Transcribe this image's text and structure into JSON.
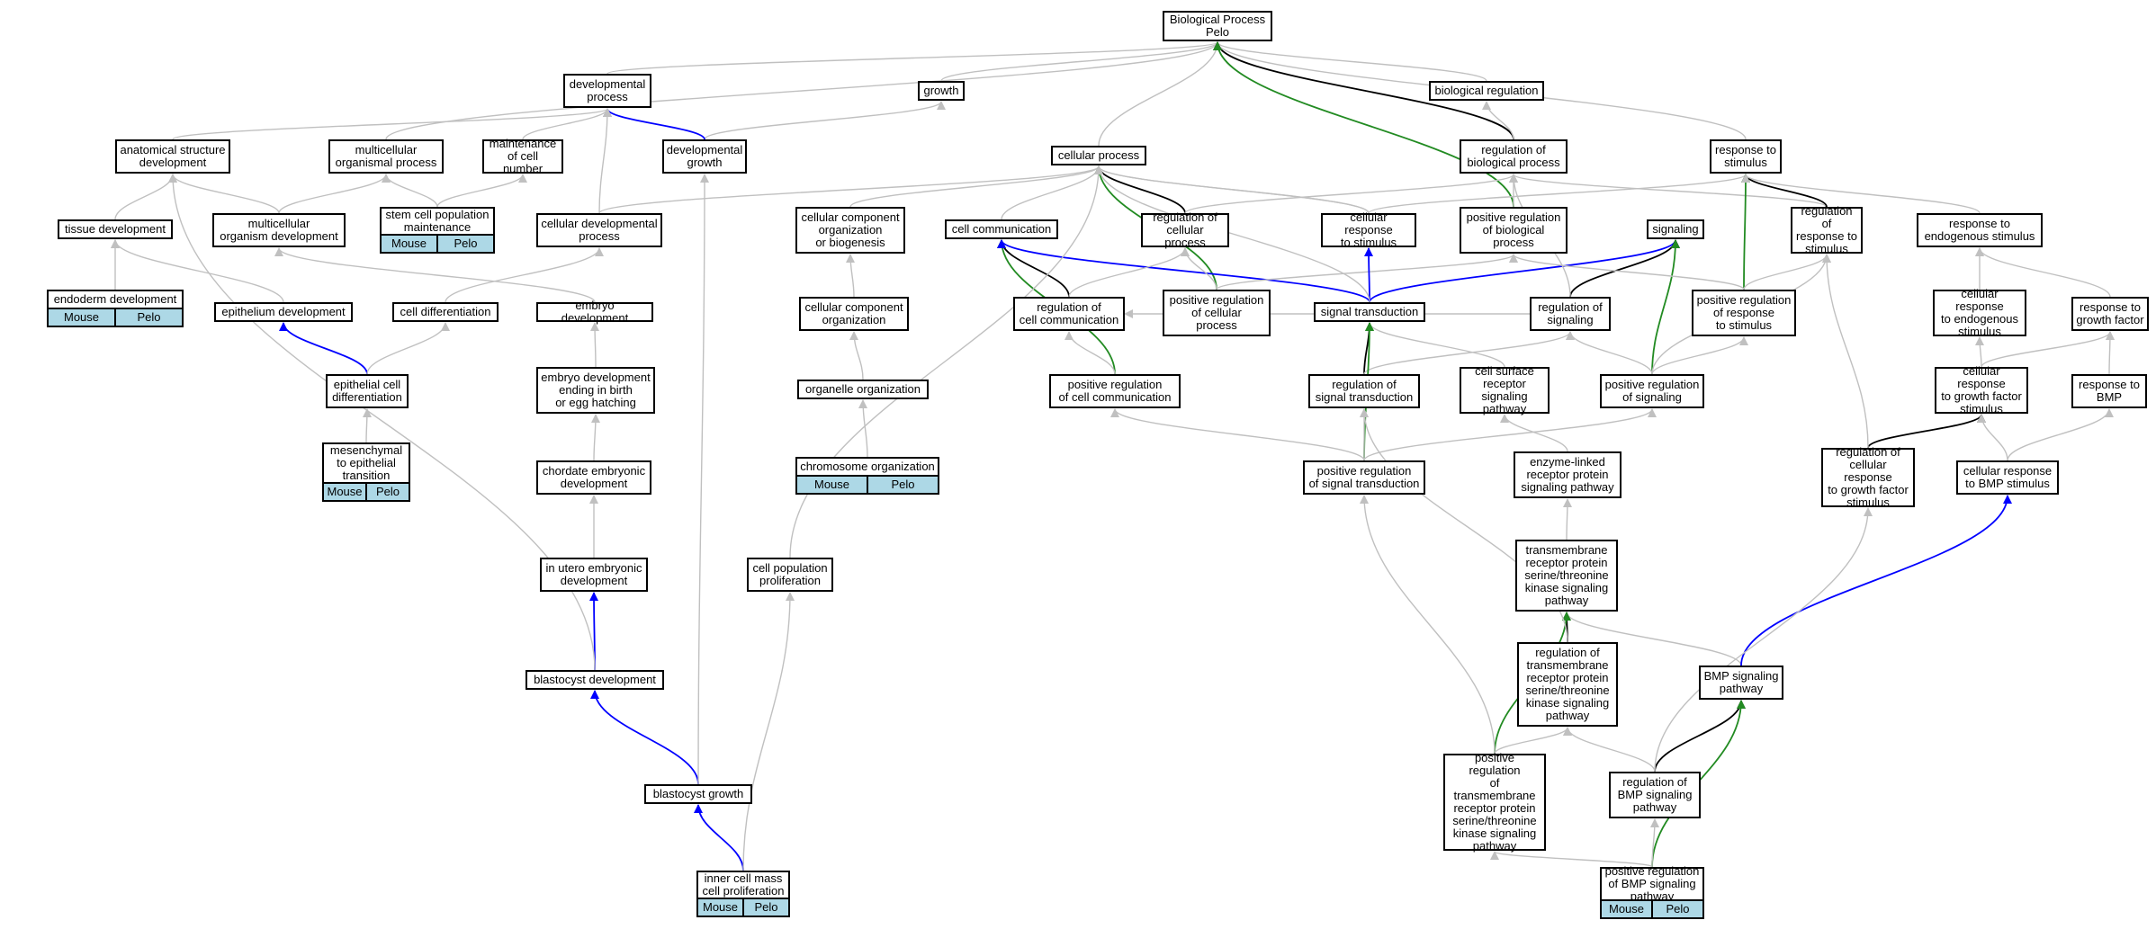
{
  "colors": {
    "is_a": "#c0c0c0",
    "part_of": "#0000ff",
    "regulates": "#000000",
    "positively_regulates": "#228b22",
    "annotation_row": "#add8e6"
  },
  "nodes": [
    {
      "id": "bp",
      "label": "Biological Process\nPelo"
    },
    {
      "id": "dev_proc",
      "label": "developmental\nprocess"
    },
    {
      "id": "growth",
      "label": "growth"
    },
    {
      "id": "bio_reg",
      "label": "biological regulation"
    },
    {
      "id": "anat_dev",
      "label": "anatomical structure\ndevelopment"
    },
    {
      "id": "multi_proc",
      "label": "multicellular\norganismal process"
    },
    {
      "id": "maint_cell",
      "label": "maintenance\nof cell number"
    },
    {
      "id": "dev_growth",
      "label": "developmental\ngrowth"
    },
    {
      "id": "cell_proc",
      "label": "cellular process"
    },
    {
      "id": "reg_bio",
      "label": "regulation of\nbiological process"
    },
    {
      "id": "resp_stim",
      "label": "response to\nstimulus"
    },
    {
      "id": "tissue_dev",
      "label": "tissue development"
    },
    {
      "id": "multi_org_dev",
      "label": "multicellular\norganism development"
    },
    {
      "id": "stem_cell",
      "label": "stem cell population\nmaintenance",
      "tags": [
        "Mouse",
        "Pelo"
      ]
    },
    {
      "id": "cell_dev_proc",
      "label": "cellular developmental\nprocess"
    },
    {
      "id": "cell_comp_org_bio",
      "label": "cellular component\norganization\nor biogenesis"
    },
    {
      "id": "cell_comm",
      "label": "cell communication"
    },
    {
      "id": "reg_cell_proc",
      "label": "regulation of\ncellular process"
    },
    {
      "id": "cell_resp_stim",
      "label": "cellular response\nto stimulus"
    },
    {
      "id": "pos_reg_bio",
      "label": "positive regulation\nof biological\nprocess"
    },
    {
      "id": "signaling",
      "label": "signaling"
    },
    {
      "id": "reg_resp_stim",
      "label": "regulation of\nresponse to\nstimulus"
    },
    {
      "id": "resp_endo",
      "label": "response to\nendogenous stimulus"
    },
    {
      "id": "endoderm",
      "label": "endoderm development",
      "tags": [
        "Mouse",
        "Pelo"
      ]
    },
    {
      "id": "epith_dev",
      "label": "epithelium development"
    },
    {
      "id": "cell_diff",
      "label": "cell differentiation"
    },
    {
      "id": "embryo_dev",
      "label": "embryo development"
    },
    {
      "id": "cell_comp_org",
      "label": "cellular component\norganization"
    },
    {
      "id": "reg_cell_comm",
      "label": "regulation of\ncell communication"
    },
    {
      "id": "pos_reg_cell_proc",
      "label": "positive regulation\nof cellular\nprocess"
    },
    {
      "id": "sig_trans",
      "label": "signal transduction"
    },
    {
      "id": "reg_signaling",
      "label": "regulation of\nsignaling"
    },
    {
      "id": "pos_reg_resp",
      "label": "positive regulation\nof response\nto stimulus"
    },
    {
      "id": "cell_resp_endo",
      "label": "cellular response\nto endogenous\nstimulus"
    },
    {
      "id": "resp_gf",
      "label": "response to\ngrowth factor"
    },
    {
      "id": "epith_cell_diff",
      "label": "epithelial cell\ndifferentiation"
    },
    {
      "id": "embryo_birth",
      "label": "embryo development\nending in birth\nor egg hatching"
    },
    {
      "id": "organelle_org",
      "label": "organelle organization"
    },
    {
      "id": "pos_reg_cell_comm",
      "label": "positive regulation\nof cell communication"
    },
    {
      "id": "reg_sig_trans",
      "label": "regulation of\nsignal transduction"
    },
    {
      "id": "cell_surf",
      "label": "cell surface\nreceptor signaling\npathway"
    },
    {
      "id": "pos_reg_signaling",
      "label": "positive regulation\nof signaling"
    },
    {
      "id": "cell_resp_gf",
      "label": "cellular response\nto growth factor\nstimulus"
    },
    {
      "id": "resp_bmp",
      "label": "response to\nBMP"
    },
    {
      "id": "mesench",
      "label": "mesenchymal\nto epithelial\ntransition",
      "tags": [
        "Mouse",
        "Pelo"
      ]
    },
    {
      "id": "chordate",
      "label": "chordate embryonic\ndevelopment"
    },
    {
      "id": "chrom_org",
      "label": "chromosome organization",
      "tags": [
        "Mouse",
        "Pelo"
      ]
    },
    {
      "id": "pos_reg_sig_trans",
      "label": "positive regulation\nof signal transduction"
    },
    {
      "id": "enzyme_linked",
      "label": "enzyme-linked\nreceptor protein\nsignaling pathway"
    },
    {
      "id": "reg_cell_resp_gf",
      "label": "regulation of\ncellular response\nto growth factor\nstimulus"
    },
    {
      "id": "cell_resp_bmp",
      "label": "cellular response\nto BMP stimulus"
    },
    {
      "id": "in_utero",
      "label": "in utero embryonic\ndevelopment"
    },
    {
      "id": "cell_pop_prolif",
      "label": "cell population\nproliferation"
    },
    {
      "id": "tm_receptor",
      "label": "transmembrane\nreceptor protein\nserine/threonine\nkinase signaling\npathway"
    },
    {
      "id": "blastocyst_dev",
      "label": "blastocyst development"
    },
    {
      "id": "reg_tm",
      "label": "regulation of\ntransmembrane\nreceptor protein\nserine/threonine\nkinase signaling\npathway"
    },
    {
      "id": "bmp_path",
      "label": "BMP signaling\npathway"
    },
    {
      "id": "blastocyst_growth",
      "label": "blastocyst growth"
    },
    {
      "id": "pos_reg_tm",
      "label": "positive regulation\nof transmembrane\nreceptor protein\nserine/threonine\nkinase signaling\npathway"
    },
    {
      "id": "reg_bmp",
      "label": "regulation of\nBMP signaling\npathway"
    },
    {
      "id": "icm_prolif",
      "label": "inner cell mass\ncell proliferation",
      "tags": [
        "Mouse",
        "Pelo"
      ]
    },
    {
      "id": "pos_reg_bmp",
      "label": "positive regulation\nof BMP signaling\npathway",
      "tags": [
        "Mouse",
        "Pelo"
      ]
    }
  ]
}
